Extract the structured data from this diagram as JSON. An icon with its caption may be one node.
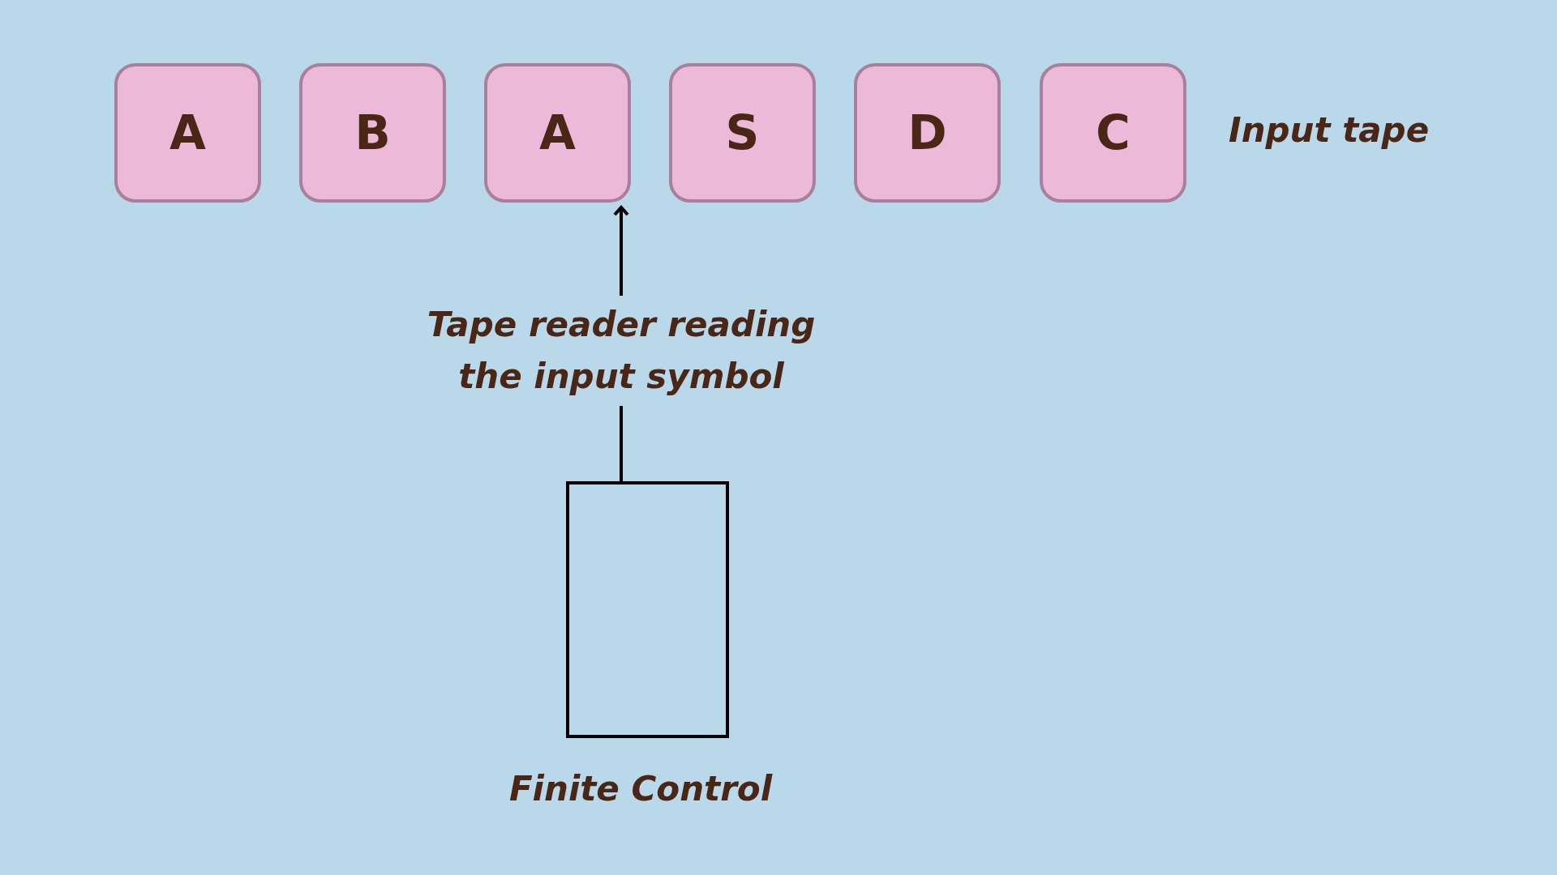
{
  "diagram": {
    "nodes": [
      {
        "text": [
          "A"
        ]
      },
      {
        "text": [
          "B"
        ]
      },
      {
        "text": [
          "A"
        ]
      },
      {
        "text": [
          "S"
        ]
      },
      {
        "text": [
          "D"
        ]
      },
      {
        "text": [
          "C"
        ]
      },
      {
        "text": [
          "Finite Control"
        ]
      }
    ],
    "edges": [
      {
        "from": 6,
        "to": 2,
        "arrow": "to",
        "label": "Tape reader reading the input symbol"
      }
    ],
    "labels": [
      "Input tape"
    ]
  }
}
